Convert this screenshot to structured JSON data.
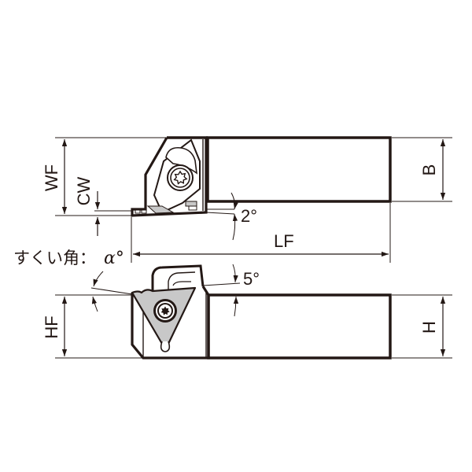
{
  "diagram": {
    "type": "tool-holder-dimension-drawing",
    "colors": {
      "outline": "#231815",
      "insert_fill": "#c8c8c8",
      "background": "#ffffff"
    },
    "top_view": {
      "dimensions": {
        "wf": "WF",
        "cw": "CW",
        "b": "B",
        "lf": "LF"
      },
      "angle": "2°"
    },
    "side_view": {
      "dimensions": {
        "hf": "HF",
        "h": "H"
      },
      "angle": "5°",
      "rake_angle_label": "すくい角：",
      "rake_angle_symbol": "α°"
    }
  }
}
